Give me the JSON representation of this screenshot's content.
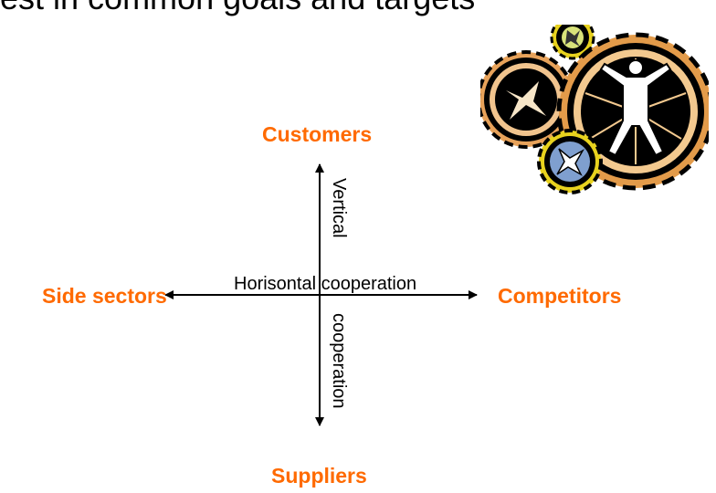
{
  "slide": {
    "title": "est in common goals and targets"
  },
  "diagram": {
    "top_node": "Customers",
    "left_node": "Side sectors",
    "right_node": "Competitors",
    "bottom_node": "Suppliers",
    "horizontal_label": "Horisontal cooperation",
    "vertical_label_upper": "Vertical",
    "vertical_label_lower": "cooperation",
    "accent_color": "#ff6a00"
  },
  "clipart": {
    "icon": "gears-with-figures-icon"
  }
}
